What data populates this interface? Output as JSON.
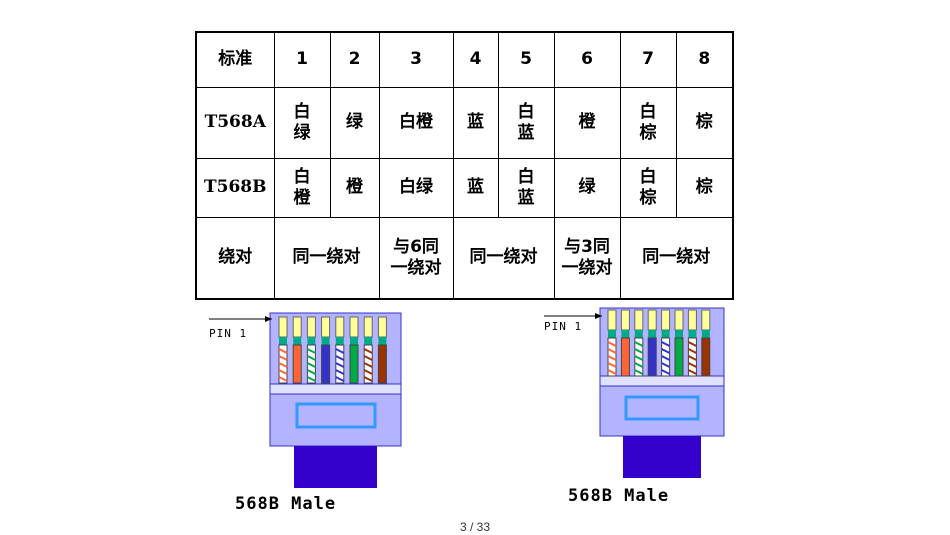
{
  "table": {
    "header": [
      "标准",
      "1",
      "2",
      "3",
      "4",
      "5",
      "6",
      "7",
      "8"
    ],
    "rows": [
      {
        "label": "T568A",
        "cells": [
          "白绿",
          "绿",
          "白橙",
          "蓝",
          "白蓝",
          "橙",
          "白棕",
          "棕"
        ]
      },
      {
        "label": "T568B",
        "cells": [
          "白橙",
          "橙",
          "白绿",
          "蓝",
          "白蓝",
          "绿",
          "白棕",
          "棕"
        ]
      }
    ],
    "pair_row": {
      "label": "绕对",
      "cells": [
        "同一绕对",
        "与6同一绕对",
        "同一绕对",
        "与3同一绕对",
        "同一绕对"
      ]
    }
  },
  "plugs": [
    {
      "pin_label": "PIN 1",
      "caption": "568B Male"
    },
    {
      "pin_label": "PIN 1",
      "caption": "568B Male"
    }
  ],
  "page_number": "3 / 33",
  "colors": {
    "plug_body": "#b3b3ff",
    "plug_outline": "#3333cc",
    "cable": "#3300cc",
    "window": "#3399ff",
    "contact": "#ffff99"
  }
}
